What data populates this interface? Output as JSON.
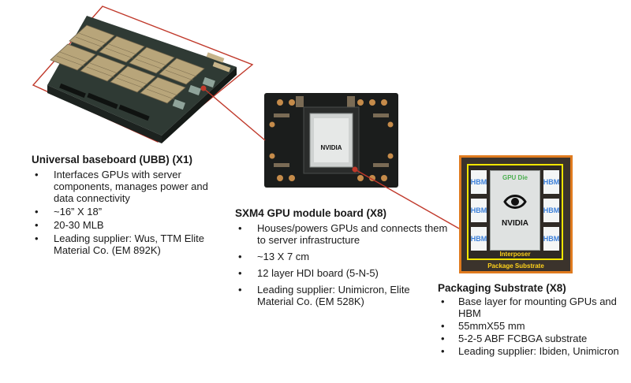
{
  "ubb": {
    "title": "Universal baseboard (UBB) (X1)",
    "bullets": [
      "Interfaces GPUs with server components, manages power and data connectivity",
      "~16” X 18”",
      "20-30 MLB",
      "Leading supplier: Wus, TTM Elite Material Co. (EM 892K)"
    ]
  },
  "sxm4": {
    "title": "SXM4 GPU module board (X8)",
    "bullets": [
      "Houses/powers GPUs and connects them to server infrastructure",
      "~13 X 7 cm",
      "12 layer HDI board (5-N-5)",
      "Leading supplier: Unimicron, Elite Material Co. (EM 528K)"
    ],
    "chip_logo": "NVIDIA"
  },
  "package": {
    "title": "Packaging Substrate (X8)",
    "bullets": [
      "Base layer for mounting GPUs and HBM",
      "55mmX55 mm",
      "5-2-5 ABF FCBGA substrate",
      "Leading supplier: Ibiden, Unimicron"
    ],
    "diagram": {
      "gpu_die_label": "GPU Die",
      "logo": "NVIDIA",
      "hbm_label": "HBM",
      "interposer_label": "Interposer",
      "substrate_label": "Package Substrate"
    }
  },
  "colors": {
    "arrow": "#c0392b",
    "substrate_border": "#e07b1f",
    "interposer_border": "#f2e600",
    "gpu_die_label": "#4caf50",
    "hbm_label": "#3b7fd9",
    "package_label": "#ffd21a"
  }
}
